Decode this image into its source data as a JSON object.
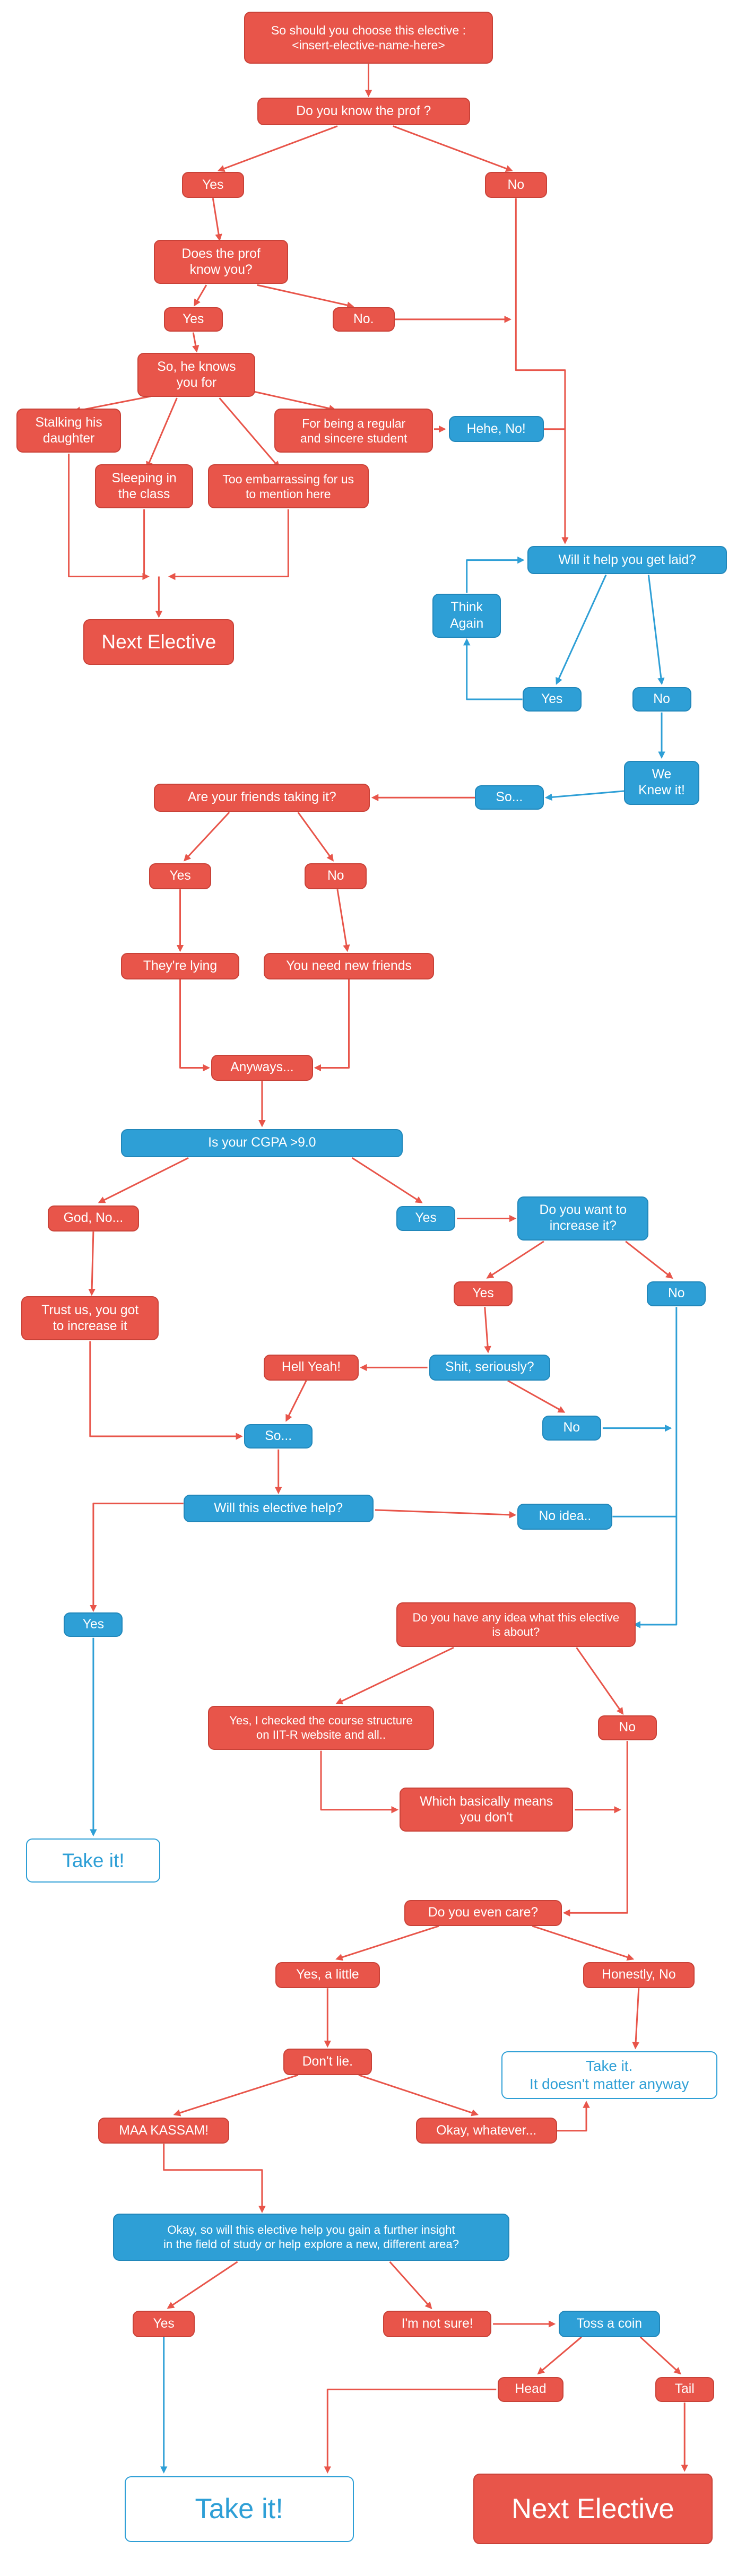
{
  "colors": {
    "red": "#e8554a",
    "red_border": "#c94238",
    "blue": "#2e9fd6",
    "blue_border": "#2187ba",
    "line_red": "#e8554a",
    "line_blue": "#2e9fd6",
    "background": "#ffffff",
    "text_on_fill": "#ffffff"
  },
  "nodes": [
    {
      "id": "title",
      "type": "red",
      "label": "So should you choose this elective :\n<insert-elective-name-here>"
    },
    {
      "id": "q_know_prof",
      "type": "red",
      "label": "Do you know the prof ?"
    },
    {
      "id": "yes_know_prof",
      "type": "red",
      "label": "Yes"
    },
    {
      "id": "no_know_prof",
      "type": "red",
      "label": "No"
    },
    {
      "id": "q_prof_know_you",
      "type": "red",
      "label": "Does the prof\nknow you?"
    },
    {
      "id": "yes_prof_knows",
      "type": "red",
      "label": "Yes"
    },
    {
      "id": "no_prof_knows",
      "type": "red",
      "label": "No."
    },
    {
      "id": "knows_you_for",
      "type": "red",
      "label": "So, he knows\nyou for"
    },
    {
      "id": "stalking",
      "type": "red",
      "label": "Stalking his\ndaughter"
    },
    {
      "id": "sincere",
      "type": "red",
      "label": "For being a regular\nand sincere student"
    },
    {
      "id": "hehe_no",
      "type": "blue",
      "label": "Hehe, No!"
    },
    {
      "id": "sleeping",
      "type": "red",
      "label": "Sleeping in\nthe class"
    },
    {
      "id": "embarrassing",
      "type": "red",
      "label": "Too embarrassing for us\nto mention here"
    },
    {
      "id": "get_laid",
      "type": "blue",
      "label": "Will it help you get laid?"
    },
    {
      "id": "think_again",
      "type": "blue",
      "label": "Think\nAgain"
    },
    {
      "id": "next_elective_1",
      "type": "red",
      "label": "Next Elective"
    },
    {
      "id": "yes_laid",
      "type": "blue",
      "label": "Yes"
    },
    {
      "id": "no_laid",
      "type": "blue",
      "label": "No"
    },
    {
      "id": "we_knew_it",
      "type": "blue",
      "label": "We\nKnew it!"
    },
    {
      "id": "so_1",
      "type": "blue",
      "label": "So..."
    },
    {
      "id": "friends_taking",
      "type": "red",
      "label": "Are your friends taking it?"
    },
    {
      "id": "yes_friends",
      "type": "red",
      "label": "Yes"
    },
    {
      "id": "no_friends",
      "type": "red",
      "label": "No"
    },
    {
      "id": "lying",
      "type": "red",
      "label": "They're lying"
    },
    {
      "id": "new_friends",
      "type": "red",
      "label": "You need new friends"
    },
    {
      "id": "anyways",
      "type": "red",
      "label": "Anyways..."
    },
    {
      "id": "cgpa",
      "type": "blue",
      "label": "Is your CGPA >9.0"
    },
    {
      "id": "god_no",
      "type": "red",
      "label": "God, No..."
    },
    {
      "id": "yes_cgpa",
      "type": "blue",
      "label": "Yes"
    },
    {
      "id": "increase",
      "type": "blue",
      "label": "Do you want to\nincrease it?"
    },
    {
      "id": "trust_us",
      "type": "red",
      "label": "Trust us, you got\nto increase it"
    },
    {
      "id": "yes_increase",
      "type": "red",
      "label": "Yes"
    },
    {
      "id": "no_increase",
      "type": "blue",
      "label": "No"
    },
    {
      "id": "hell_yeah",
      "type": "red",
      "label": "Hell Yeah!"
    },
    {
      "id": "shit_seriously",
      "type": "blue",
      "label": "Shit, seriously?"
    },
    {
      "id": "no_shit",
      "type": "blue",
      "label": "No"
    },
    {
      "id": "so_2",
      "type": "blue",
      "label": "So..."
    },
    {
      "id": "elective_help",
      "type": "blue",
      "label": "Will this elective help?"
    },
    {
      "id": "no_idea",
      "type": "blue",
      "label": "No idea.."
    },
    {
      "id": "yes_help",
      "type": "blue",
      "label": "Yes"
    },
    {
      "id": "any_idea",
      "type": "red",
      "label": "Do you have any idea what this elective\nis about?"
    },
    {
      "id": "checked",
      "type": "red",
      "label": "Yes, I checked the course structure\non IIT-R website and all.."
    },
    {
      "id": "no_idea_about",
      "type": "red",
      "label": "No"
    },
    {
      "id": "basically",
      "type": "red",
      "label": "Which basically means\nyou don't"
    },
    {
      "id": "take_it_1",
      "type": "outline",
      "label": "Take it!"
    },
    {
      "id": "even_care",
      "type": "red",
      "label": "Do you even care?"
    },
    {
      "id": "yes_little",
      "type": "red",
      "label": "Yes, a little"
    },
    {
      "id": "honestly_no",
      "type": "red",
      "label": "Honestly, No"
    },
    {
      "id": "dont_lie",
      "type": "red",
      "label": "Don't lie."
    },
    {
      "id": "take_it_2",
      "type": "outline",
      "label": "Take it.\nIt doesn't matter anyway"
    },
    {
      "id": "maa_kassam",
      "type": "red",
      "label": "MAA KASSAM!"
    },
    {
      "id": "okay_whatever",
      "type": "red",
      "label": "Okay, whatever..."
    },
    {
      "id": "big_question",
      "type": "blue",
      "label": "Okay, so will this elective help you gain a further insight\nin the field of study or help explore a new, different area?"
    },
    {
      "id": "yes_final",
      "type": "red",
      "label": "Yes"
    },
    {
      "id": "not_sure",
      "type": "red",
      "label": "I'm not sure!"
    },
    {
      "id": "toss_coin",
      "type": "blue",
      "label": "Toss a coin"
    },
    {
      "id": "head",
      "type": "red",
      "label": "Head"
    },
    {
      "id": "tail",
      "type": "red",
      "label": "Tail"
    },
    {
      "id": "take_it_final",
      "type": "outline",
      "label": "Take it!"
    },
    {
      "id": "next_elective_2",
      "type": "red",
      "label": "Next Elective"
    }
  ]
}
